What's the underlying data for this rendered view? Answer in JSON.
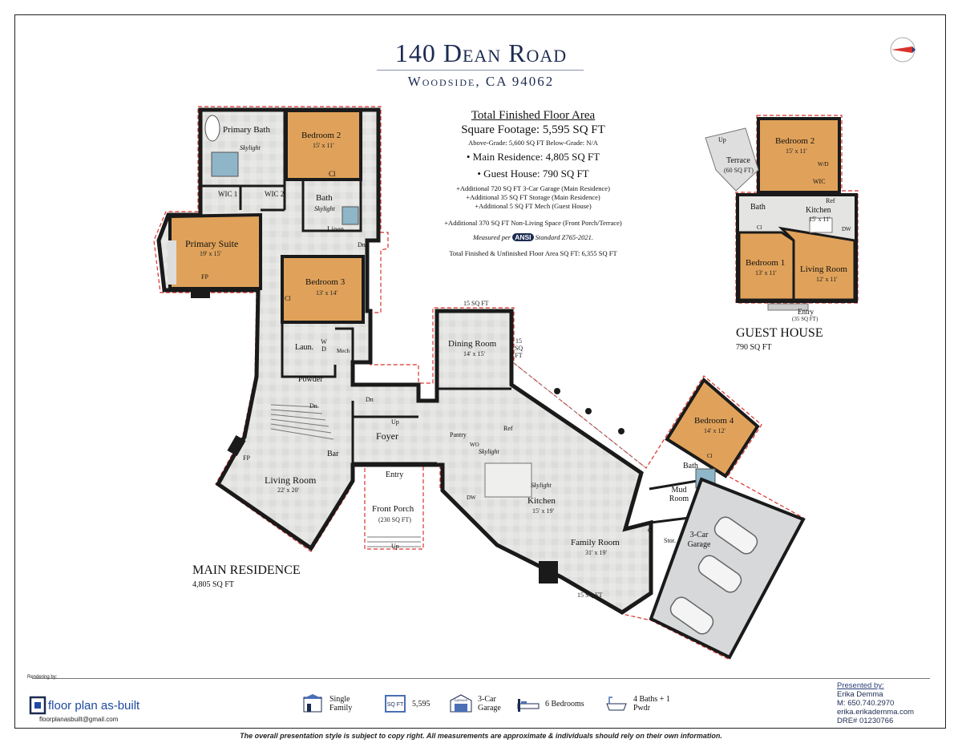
{
  "title": "140 Dean Road",
  "subtitle": "Woodside, CA 94062",
  "area": {
    "heading": "Total Finished Floor Area",
    "sqft": "Square Footage: 5,595 SQ FT",
    "grade": "Above-Grade: 5,600 SQ FT    Below-Grade: N/A",
    "main": "• Main Residence: 4,805 SQ FT",
    "guest": "• Guest House: 790 SQ FT",
    "add1": "+Additional 720 SQ FT 3-Car Garage (Main Residence)",
    "add2": "+Additional 35 SQ FT Storage (Main Residence)",
    "add3": "+Additional 5 SQ FT Mech (Guest House)",
    "add4": "+Additional 370 SQ FT Non-Living Space (Front Porch/Terrace)",
    "measured_pre": "Measured per",
    "ansi": "ANSI",
    "measured_post": "Standard Z765-2021.",
    "total": "Total Finished & Unfinished Floor Area SQ FT: 6,355 SQ FT"
  },
  "main_residence": {
    "label": "MAIN RESIDENCE",
    "sqft": "4,805 SQ FT",
    "rooms": {
      "primary_bath": "Primary Bath",
      "skylight1": "Skylight",
      "bedroom2": "Bedroom 2",
      "bedroom2_dim": "15' x 11'",
      "cl1": "Cl",
      "wic1": "WIC 1",
      "wic2": "WIC 2",
      "bath1": "Bath",
      "skylight2": "Skylight",
      "linen": "Linen",
      "dn1": "Dn",
      "primary_suite": "Primary Suite",
      "primary_suite_dim": "19' x 15'",
      "fp1": "FP",
      "bedroom3": "Bedroom 3",
      "bedroom3_dim": "13' x 14'",
      "cl2": "Cl",
      "laun": "Laun.",
      "wd": "W D",
      "mech": "Mech",
      "powder": "Powder",
      "dn2": "Dn",
      "dn3": "Dn",
      "fp2": "FP",
      "bar": "Bar",
      "living_room": "Living Room",
      "living_room_dim": "22' x 20'",
      "foyer": "Foyer",
      "up1": "Up",
      "entry": "Entry",
      "front_porch": "Front Porch",
      "front_porch_dim": "(230 SQ FT)",
      "up2": "Up",
      "sqft15a": "15 SQ FT",
      "dining_room": "Dining Room",
      "dining_room_dim": "14' x 15'",
      "sqft15b": "15 SQ FT",
      "pantry": "Pantry",
      "ref": "Ref",
      "wo": "WO",
      "skylight3": "Skylight",
      "skylight4": "Skylight",
      "dw": "DW",
      "kitchen": "Kitchen",
      "kitchen_dim": "15' x 19'",
      "family_room": "Family Room",
      "family_room_dim": "31' x 19'",
      "sqft15c": "15 SQ FT",
      "bedroom4": "Bedroom 4",
      "bedroom4_dim": "14' x 12'",
      "bath4": "Bath",
      "cl4": "Cl",
      "mud_room": "Mud Room",
      "cl5": "Cl",
      "stor": "Stor.",
      "garage": "3-Car Garage"
    }
  },
  "guest_house": {
    "label": "GUEST HOUSE",
    "sqft": "790 SQ FT",
    "rooms": {
      "up": "Up",
      "terrace": "Terrace",
      "terrace_dim": "(60 SQ FT)",
      "bedroom2": "Bedroom 2",
      "bedroom2_dim": "15' x 11'",
      "wd": "W/D",
      "wic": "WIC",
      "bath": "Bath",
      "ref": "Ref",
      "kitchen": "Kitchen",
      "kitchen_dim": "15' x 11'",
      "cl": "Cl",
      "dw": "DW",
      "bedroom1": "Bedroom 1",
      "bedroom1_dim": "13' x 11'",
      "living_room": "Living Room",
      "living_room_dim": "12' x 11'",
      "entry": "Entry",
      "entry_dim": "(35 SQ FT)"
    }
  },
  "features": [
    {
      "icon": "single-family-icon",
      "label": "Single Family"
    },
    {
      "icon": "sq-ft-icon",
      "label": "5,595"
    },
    {
      "icon": "garage-icon",
      "label": "3-Car Garage"
    },
    {
      "icon": "bed-icon",
      "label": "6 Bedrooms"
    },
    {
      "icon": "bathtub-icon",
      "label": "4 Baths + 1 Pwdr"
    }
  ],
  "sqft_icon_text": "SQ FT",
  "garage_icon_text": "GARAGE",
  "rendering_by": "Rendering by:",
  "logo_text": "floor plan as-built",
  "logo_email": "floorplanasbuilt@gmail.com",
  "presenter": {
    "heading": "Presented by:",
    "name": "Erika Demma",
    "phone": "M: 650.740.2970",
    "web": "erika.erikademma.com",
    "dre": "DRE# 01230766"
  },
  "disclaimer": "The overall presentation style is subject to copy right. All measurements are approximate & individuals should rely on their own information.",
  "colors": {
    "navy": "#1d2b52",
    "bedroom": "#e0a25a",
    "floor": "#e2e2e0",
    "wall": "#1a1a1a",
    "dashed": "#d9322b",
    "garage": "#d6d8d9"
  }
}
